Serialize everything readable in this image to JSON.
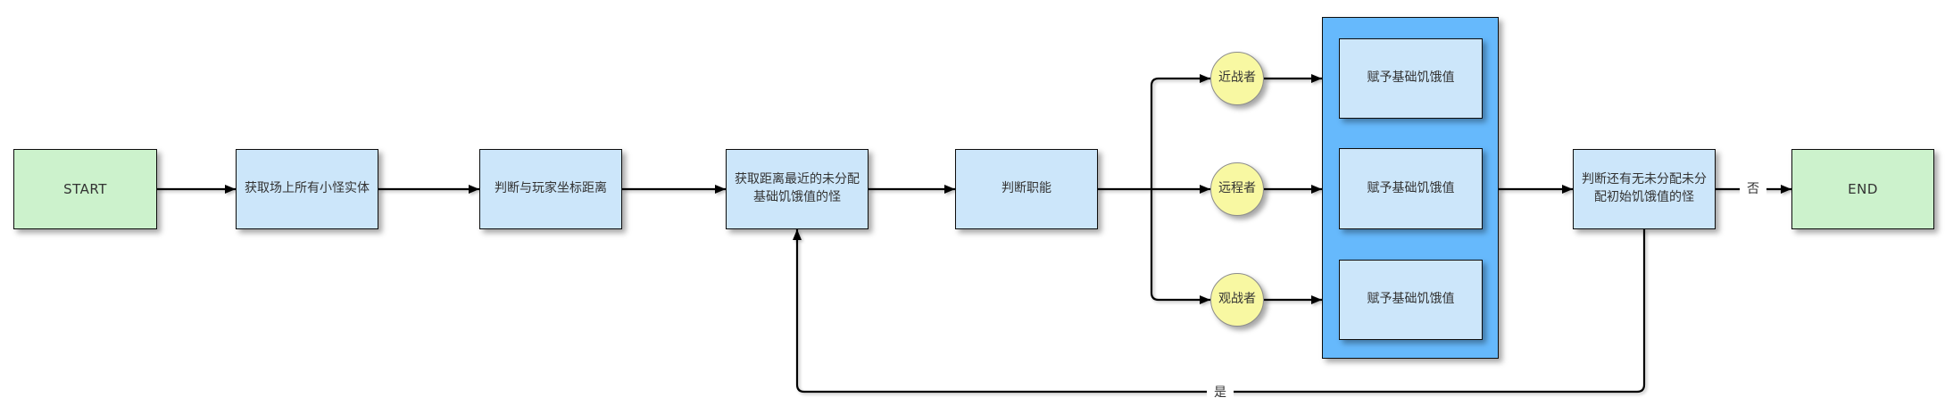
{
  "diagram": {
    "title_hint": "monster-hunger-assignment-flowchart",
    "nodes": {
      "start": "START",
      "get_monsters": "获取场上所有小怪实体",
      "judge_distance": "判断与玩家坐标距离",
      "get_nearest": "获取距离最近的未分配基础饥饿值的怪",
      "judge_role": "判断职能",
      "role_melee": "近战者",
      "role_ranged": "远程者",
      "role_observer": "观战者",
      "assign_melee": "赋予基础饥饿值",
      "assign_ranged": "赋予基础饥饿值",
      "assign_observer": "赋予基础饥饿值",
      "judge_remaining": "判断还有无未分配未分配初始饥饿值的怪",
      "end": "END"
    },
    "edge_labels": {
      "yes": "是",
      "no": "否"
    },
    "colors": {
      "terminal_fill": "#ccf2cc",
      "process_fill": "#cce6fa",
      "container_fill": "#66b9fc",
      "circle_fill": "#f8f8a2",
      "circle_border": "#8c8c8c",
      "line": "#000000",
      "text": "#333333"
    }
  }
}
